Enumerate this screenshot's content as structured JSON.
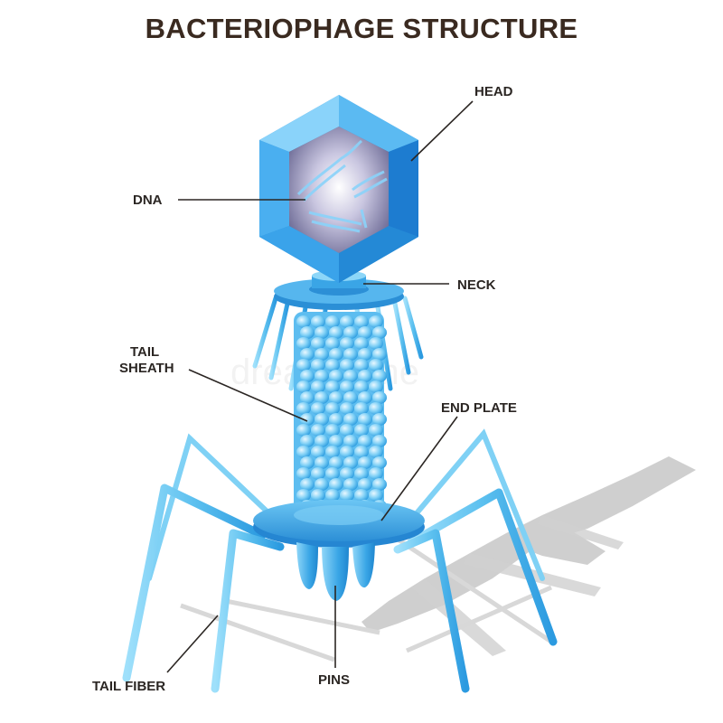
{
  "title": "BACTERIOPHAGE STRUCTURE",
  "labels": {
    "head": "HEAD",
    "dna": "DNA",
    "neck": "NECK",
    "tail_sheath_line1": "TAIL",
    "tail_sheath_line2": "SHEATH",
    "end_plate": "END PLATE",
    "tail_fiber": "TAIL FIBER",
    "pins": "PINS"
  },
  "watermark": "dreamstime",
  "colors": {
    "head_face": "#3fa9f0",
    "head_dark": "#1d7fd0",
    "capsid_inner": "#c8c4de",
    "sheath_bead": "#8fd3f7",
    "leg": "#6cc8f2",
    "shadow": "#cccccc",
    "label_text": "#2b2623"
  }
}
